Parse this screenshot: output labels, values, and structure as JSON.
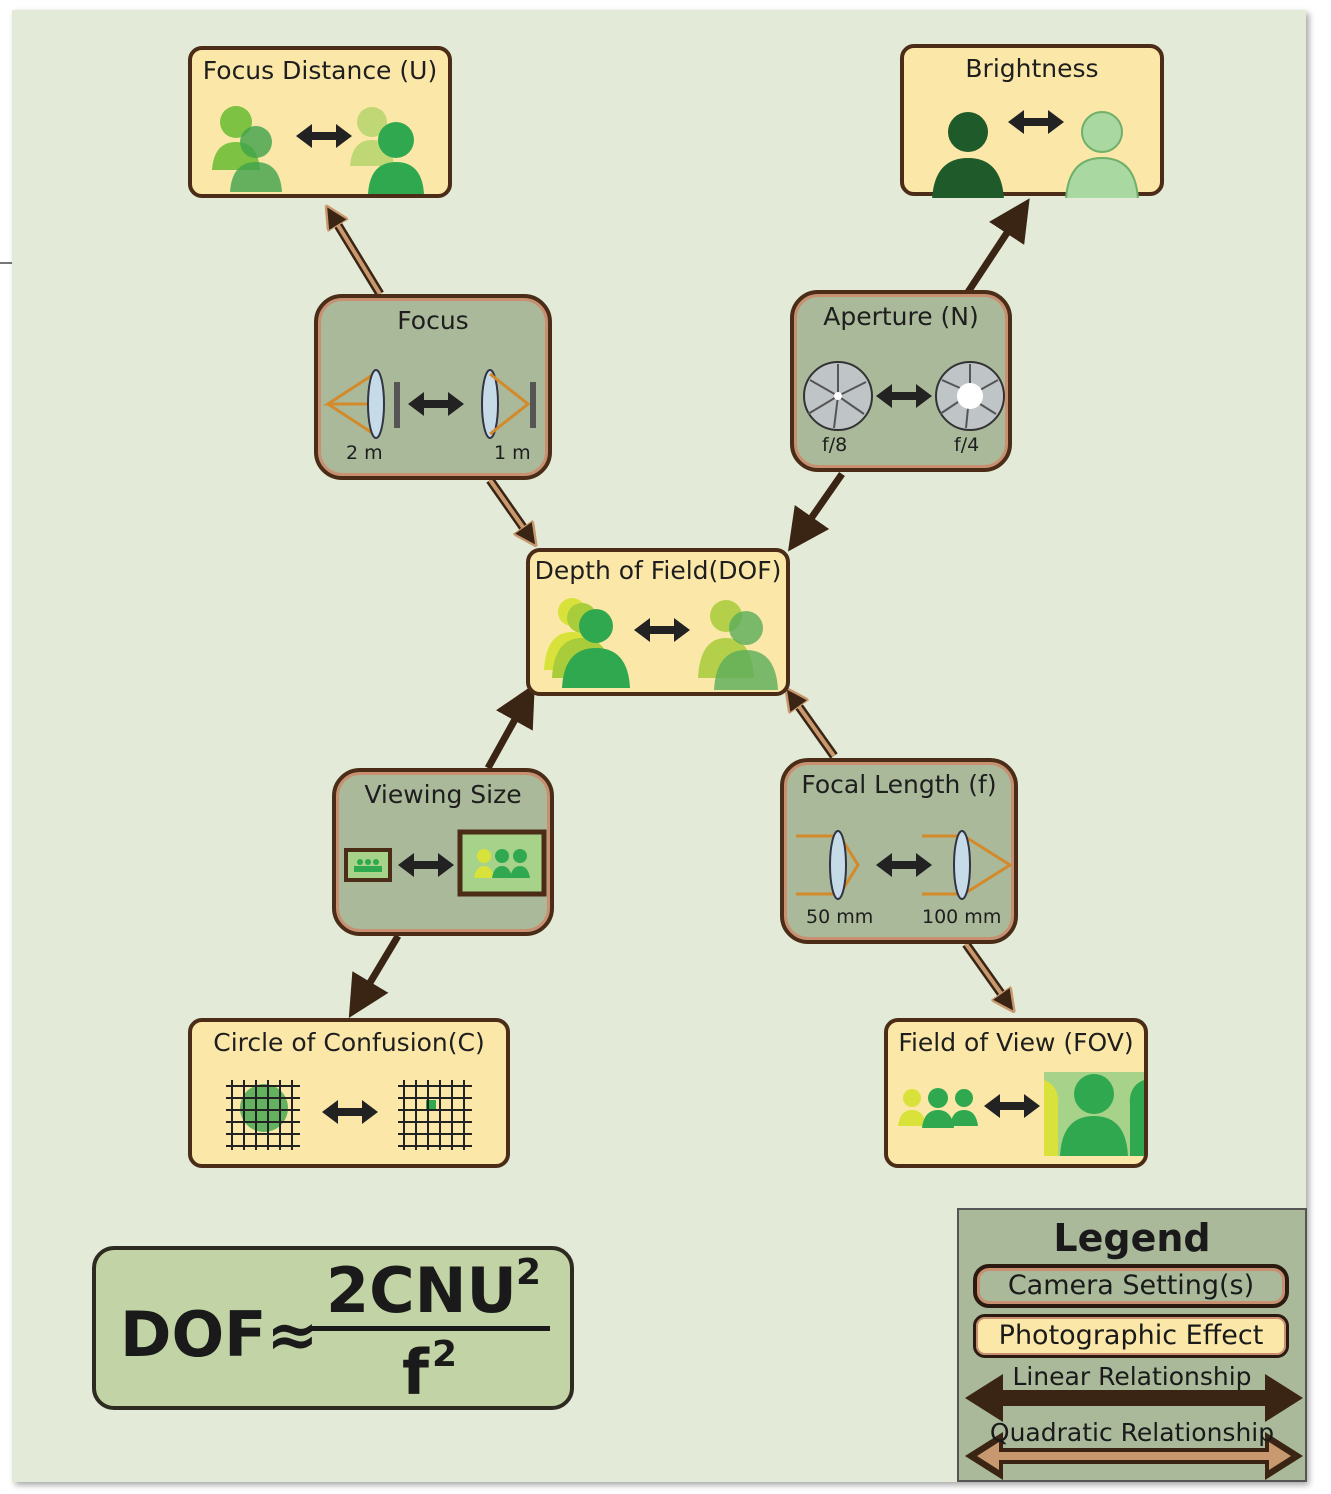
{
  "effects": {
    "focus_distance": {
      "title": "Focus Distance (U)"
    },
    "brightness": {
      "title": "Brightness"
    },
    "dof": {
      "title": "Depth of Field(DOF)"
    },
    "coc": {
      "title": "Circle of Confusion(C)"
    },
    "fov": {
      "title": "Field of View (FOV)"
    }
  },
  "settings": {
    "focus": {
      "title": "Focus",
      "left_label": "2 m",
      "right_label": "1 m"
    },
    "aperture": {
      "title": "Aperture (N)",
      "left_label": "f/8",
      "right_label": "f/4"
    },
    "viewing_size": {
      "title": "Viewing Size"
    },
    "focal_length": {
      "title": "Focal Length (f)",
      "left_label": "50 mm",
      "right_label": "100 mm"
    }
  },
  "formula": {
    "lhs": "DOF≈",
    "numerator": "2CNU",
    "num_exp": "2",
    "denominator": "f",
    "den_exp": "2"
  },
  "legend": {
    "title": "Legend",
    "camera_setting": "Camera Setting(s)",
    "photographic_effect": "Photographic Effect",
    "linear": "Linear Relationship",
    "quadratic": "Quadratic Relationship"
  },
  "colors": {
    "effect_fill": "#fbe8a8",
    "setting_fill": "#a9b99a",
    "border": "#4a2c17",
    "linear_arrow": "#3a2414",
    "quadratic_arrow": "#8a5a3a",
    "background": "#e3ead8"
  }
}
